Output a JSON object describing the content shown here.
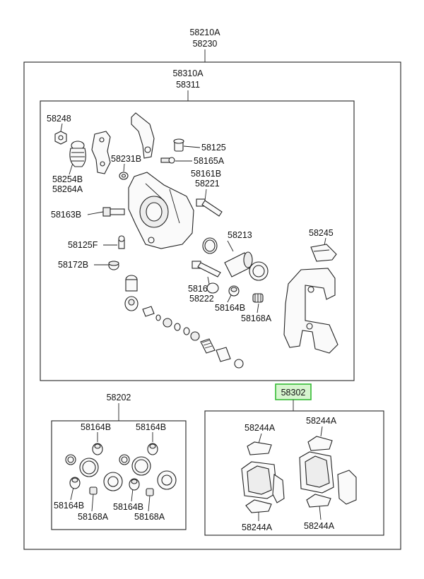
{
  "labels": {
    "top_a": "58210A",
    "top_b": "58230",
    "caliper_a": "58310A",
    "caliper_b": "58311",
    "p58248": "58248",
    "p58254b": "58254B",
    "p58264a": "58264A",
    "p58231b": "58231B",
    "p58125": "58125",
    "p58165a": "58165A",
    "p58161b": "58161B",
    "p58221": "58221",
    "p58163b": "58163B",
    "p58213": "58213",
    "p58245": "58245",
    "p58125f": "58125F",
    "p58172b": "58172B",
    "p58162b": "58162B",
    "p58222": "58222",
    "p58164b": "58164B",
    "p58168a": "58168A",
    "kit": "58202",
    "kit_58164b_tl": "58164B",
    "kit_58164b_tr": "58164B",
    "kit_58164b_bl": "58164B",
    "kit_58164b_bm": "58164B",
    "kit_58168a_l": "58168A",
    "kit_58168a_r": "58168A",
    "pads": "58302",
    "pads_58244a_tl": "58244A",
    "pads_58244a_tr": "58244A",
    "pads_58244a_bl": "58244A",
    "pads_58244a_br": "58244A"
  },
  "colors": {
    "highlight_fill": "#d7f5cf",
    "highlight_border": "#33bb33",
    "line": "#222222"
  }
}
